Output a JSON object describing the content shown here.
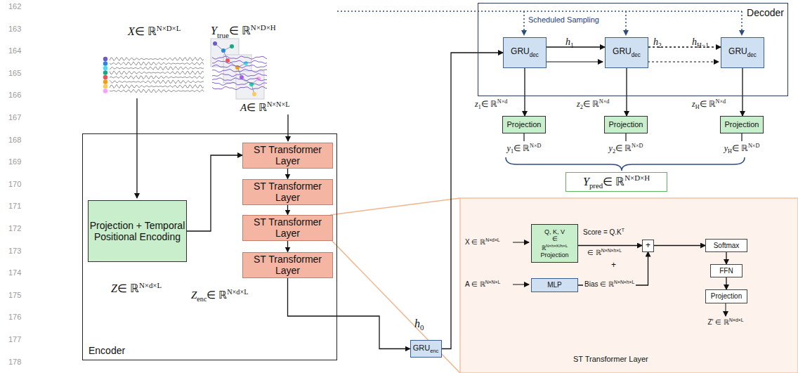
{
  "diagram": {
    "nodes": [
      {
        "text": [
          "Encoder"
        ]
      },
      {
        "text": [
          "Projection + Temporal Positional Encoding"
        ],
        "in": 0
      },
      {
        "text": [
          "ST Transformer Layer"
        ],
        "in": 0
      },
      {
        "text": [
          "ST Transformer Layer"
        ],
        "in": 0
      },
      {
        "text": [
          "ST Transformer Layer"
        ],
        "in": 0
      },
      {
        "text": [
          "ST Transformer Layer"
        ],
        "in": 0
      },
      {
        "text": [
          "GRU",
          "enc"
        ]
      },
      {
        "text": [
          "Decoder"
        ]
      },
      {
        "text": [
          "GRU",
          "dec"
        ],
        "in": 7
      },
      {
        "text": [
          "GRU",
          "dec"
        ],
        "in": 7
      },
      {
        "text": [
          "GRU",
          "dec"
        ],
        "in": 7
      },
      {
        "text": [
          "Projection"
        ]
      },
      {
        "text": [
          "Projection"
        ]
      },
      {
        "text": [
          "Projection"
        ]
      },
      {
        "text": [
          "Y",
          "pred",
          "∈ ℝ",
          "N×D×H"
        ]
      },
      {
        "text": [
          "ST Transformer Layer"
        ]
      },
      {
        "text": [
          "Q, K, V",
          "∈",
          "ℝ",
          "N×h×K/h×L",
          "Projection"
        ],
        "in": 15
      },
      {
        "text": [
          "MLP"
        ],
        "in": 15
      },
      {
        "text": [
          "+"
        ],
        "in": 15
      },
      {
        "text": [
          "Softmax"
        ],
        "in": 15
      },
      {
        "text": [
          "FFN"
        ],
        "in": 15
      },
      {
        "text": [
          "Projection"
        ],
        "in": 15
      }
    ],
    "edges": [
      {
        "from": 1,
        "to": 2,
        "arrow": "to"
      },
      {
        "from": 2,
        "to": 3,
        "arrow": "to"
      },
      {
        "from": 3,
        "to": 4,
        "arrow": "to"
      },
      {
        "from": 4,
        "to": 5,
        "arrow": "to"
      },
      {
        "from": 5,
        "to": 6,
        "arrow": "to"
      },
      {
        "from": 6,
        "to": 8,
        "arrow": "to"
      },
      {
        "from": 8,
        "to": 9,
        "arrow": "to"
      },
      {
        "from": 9,
        "to": 10,
        "arrow": "to"
      },
      {
        "from": 8,
        "to": 11,
        "arrow": "to"
      },
      {
        "from": 9,
        "to": 12,
        "arrow": "to"
      },
      {
        "from": 10,
        "to": 13,
        "arrow": "to"
      },
      {
        "from": 16,
        "to": 18,
        "arrow": "to"
      },
      {
        "from": 17,
        "to": 18,
        "arrow": "to"
      },
      {
        "from": 18,
        "to": 19,
        "arrow": "to"
      },
      {
        "from": 19,
        "to": 20,
        "arrow": "to"
      },
      {
        "from": 20,
        "to": 21,
        "arrow": "to"
      }
    ],
    "labels": [
      "162",
      "163",
      "164",
      "165",
      "166",
      "167",
      "168",
      "169",
      "170",
      "171",
      "172",
      "173",
      "174",
      "175",
      "176",
      "177",
      "178",
      "X",
      "∈ ℝ",
      "N×D×L",
      "Y",
      "true",
      "∈ ℝ",
      "N×D×H",
      "A",
      "∈ ℝ",
      "N×N×L",
      "Z",
      "∈ ℝ",
      "N×d×L",
      "Z",
      "enc",
      "∈ ℝ",
      "N×d×L",
      "h",
      "0",
      "Scheduled Sampling",
      "h",
      "1",
      "h",
      "2",
      "h",
      "H−1",
      "z",
      "1",
      "∈ ℝ",
      "N×d",
      "z",
      "2",
      "∈ ℝ",
      "N×d",
      "z",
      "H",
      "∈ ℝ",
      "N×d",
      "y",
      "1",
      "∈ ℝ",
      "N×D",
      "y",
      "2",
      "∈ ℝ",
      "N×D",
      "y",
      "H",
      "∈ ℝ",
      "N×D",
      "X ∈ ℝ",
      "N×d×L",
      "A ∈ ℝ",
      "N×N×L",
      "Score = Q.K",
      "T",
      "∈ ℝ",
      "N×N×h×L",
      "+",
      "Bias ∈ ℝ",
      "N×N×h×L",
      "Z′ ∈ ℝ",
      "N×d×L"
    ]
  }
}
